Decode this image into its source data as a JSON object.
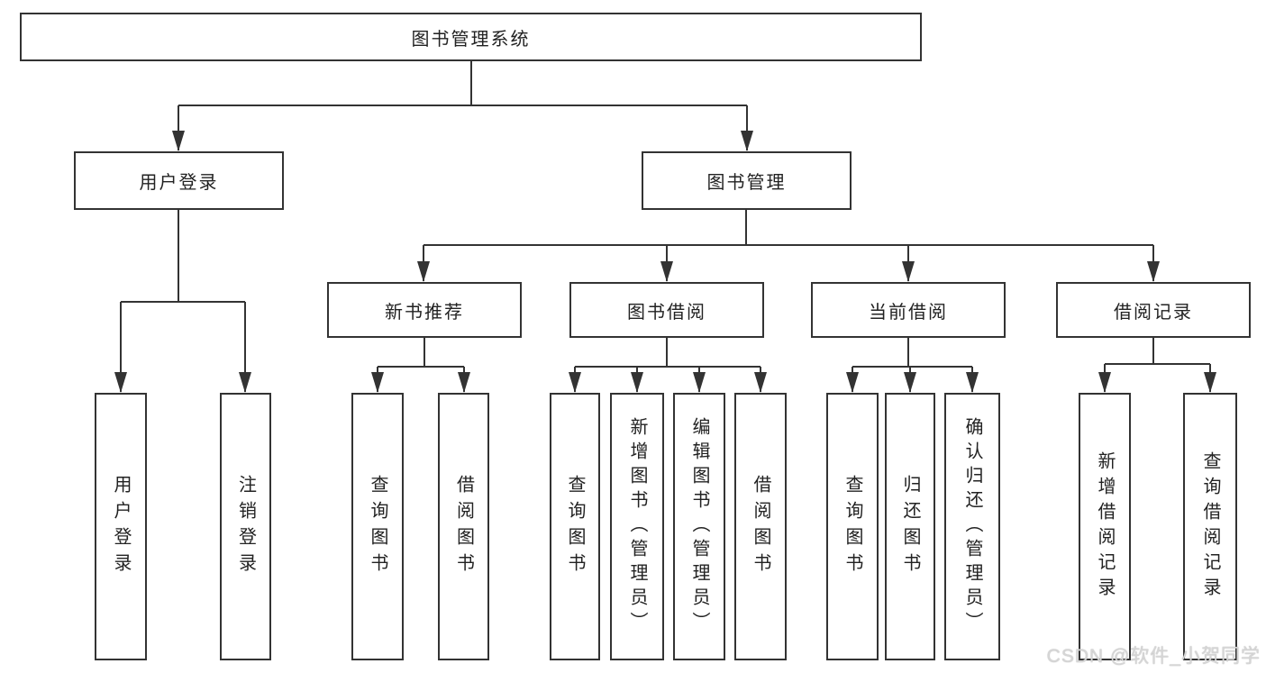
{
  "tree": {
    "root": "图书管理系统",
    "level2": [
      {
        "label": "用户登录",
        "leaves": [
          "用户登录",
          "注销登录"
        ]
      },
      {
        "label": "图书管理",
        "groups": [
          {
            "label": "新书推荐",
            "leaves": [
              "查询图书",
              "借阅图书"
            ]
          },
          {
            "label": "图书借阅",
            "leaves": [
              "查询图书",
              "新增图书（管理员）",
              "编辑图书（管理员）",
              "借阅图书"
            ]
          },
          {
            "label": "当前借阅",
            "leaves": [
              "查询图书",
              "归还图书",
              "确认归还（管理员）"
            ]
          },
          {
            "label": "借阅记录",
            "leaves": [
              "新增借阅记录",
              "查询借阅记录"
            ]
          }
        ]
      }
    ]
  },
  "watermark": {
    "text": "CSDN @软件_小贺同学"
  },
  "colors": {
    "line": "#333333",
    "box_border": "#333333",
    "text": "#222222",
    "background": "#ffffff",
    "watermark": "#d6d6d6"
  }
}
